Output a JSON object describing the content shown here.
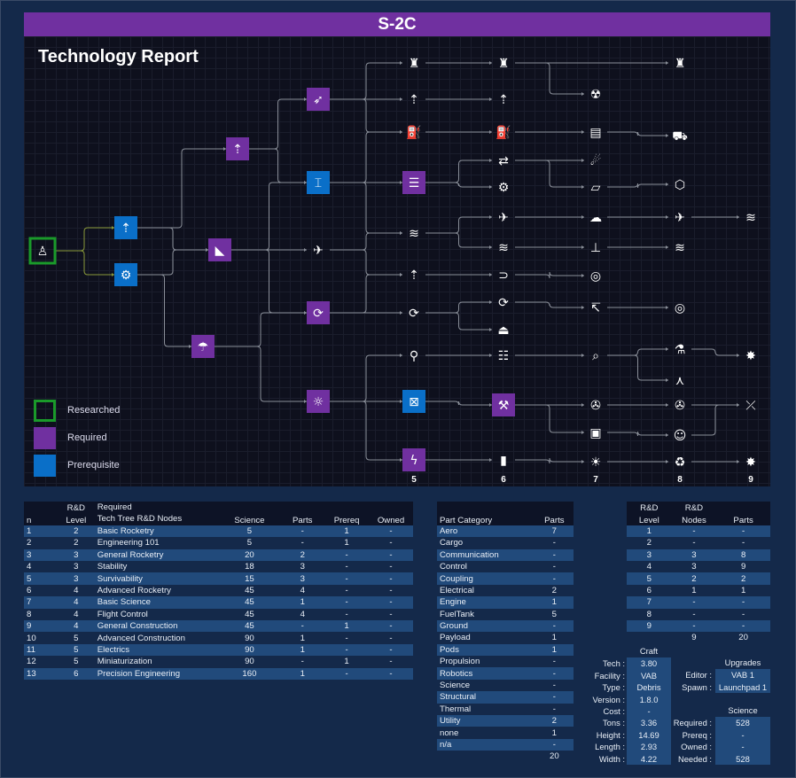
{
  "header": {
    "title": "S-2C"
  },
  "diagram": {
    "title": "Technology Report",
    "legend": [
      {
        "label": "Researched",
        "color": "#1a9a2a"
      },
      {
        "label": "Required",
        "color": "#7030a0"
      },
      {
        "label": "Prerequisite",
        "color": "#0a6fc8"
      }
    ],
    "column_labels": [
      "5",
      "6",
      "7",
      "8",
      "9"
    ],
    "colors": {
      "researched": "#1a9a2a",
      "required": "#7030a0",
      "prerequisite": "#0a6fc8",
      "edge": "#8a8f99"
    },
    "nodes": [
      {
        "id": "start",
        "level": 1,
        "row": 0,
        "status": "researched",
        "icon": "astronaut-icon"
      },
      {
        "id": "basic-rocketry",
        "level": 2,
        "row": 0,
        "status": "prerequisite",
        "icon": "rocket-icon"
      },
      {
        "id": "engineering-101",
        "level": 2,
        "row": 1,
        "status": "prerequisite",
        "icon": "gears-icon"
      },
      {
        "id": "general-rocketry",
        "level": 3,
        "row": 0,
        "status": "required",
        "icon": "rocket-icon"
      },
      {
        "id": "stability",
        "level": 3,
        "row": 1,
        "status": "required",
        "icon": "fins-icon"
      },
      {
        "id": "survivability",
        "level": 3,
        "row": 2,
        "status": "required",
        "icon": "parachute-icon"
      },
      {
        "id": "advanced-rocketry",
        "level": 4,
        "row": 0,
        "status": "required",
        "icon": "rocket-launch-icon"
      },
      {
        "id": "general-construction",
        "level": 4,
        "row": 1,
        "status": "prerequisite",
        "icon": "crane-icon"
      },
      {
        "id": "aviation",
        "level": 4,
        "row": 2,
        "status": "none",
        "icon": "airplane-icon"
      },
      {
        "id": "flight-control",
        "level": 4,
        "row": 3,
        "status": "required",
        "icon": "gyro-icon"
      },
      {
        "id": "basic-science",
        "level": 4,
        "row": 4,
        "status": "required",
        "icon": "lightbulb-icon"
      },
      {
        "id": "l5a",
        "level": 5,
        "row": 0,
        "status": "none",
        "icon": "launch-tower-icon"
      },
      {
        "id": "l5b",
        "level": 5,
        "row": 1,
        "status": "none",
        "icon": "rocket-icon"
      },
      {
        "id": "l5c",
        "level": 5,
        "row": 2,
        "status": "none",
        "icon": "fuel-icon"
      },
      {
        "id": "advanced-construction",
        "level": 5,
        "row": 3,
        "status": "required",
        "icon": "structure-icon"
      },
      {
        "id": "l5e",
        "level": 5,
        "row": 4,
        "status": "none",
        "icon": "aero-icon"
      },
      {
        "id": "l5f",
        "level": 5,
        "row": 5,
        "status": "none",
        "icon": "rocket-icon"
      },
      {
        "id": "l5g",
        "level": 5,
        "row": 6,
        "status": "none",
        "icon": "gyro-icon"
      },
      {
        "id": "l5h",
        "level": 5,
        "row": 7,
        "status": "none",
        "icon": "probe-icon"
      },
      {
        "id": "miniaturization",
        "level": 5,
        "row": 8,
        "status": "prerequisite",
        "icon": "mini-icon"
      },
      {
        "id": "electrics",
        "level": 5,
        "row": 9,
        "status": "required",
        "icon": "lightning-icon"
      },
      {
        "id": "l6a",
        "level": 6,
        "row": 0,
        "status": "none",
        "icon": "launch-tower-icon"
      },
      {
        "id": "l6b",
        "level": 6,
        "row": 1,
        "status": "none",
        "icon": "rocket-icon"
      },
      {
        "id": "l6c",
        "level": 6,
        "row": 2,
        "status": "none",
        "icon": "fuel-icon"
      },
      {
        "id": "l6d",
        "level": 6,
        "row": 3,
        "status": "none",
        "icon": "dock-icon"
      },
      {
        "id": "l6e",
        "level": 6,
        "row": 4,
        "status": "none",
        "icon": "gear-icon"
      },
      {
        "id": "l6f",
        "level": 6,
        "row": 5,
        "status": "none",
        "icon": "airplane-icon"
      },
      {
        "id": "l6g",
        "level": 6,
        "row": 6,
        "status": "none",
        "icon": "aero-icon"
      },
      {
        "id": "l6h",
        "level": 6,
        "row": 7,
        "status": "none",
        "icon": "intake-icon"
      },
      {
        "id": "l6i",
        "level": 6,
        "row": 8,
        "status": "none",
        "icon": "gyro-icon"
      },
      {
        "id": "l6j",
        "level": 6,
        "row": 9,
        "status": "none",
        "icon": "capsule-icon"
      },
      {
        "id": "l6k",
        "level": 6,
        "row": 10,
        "status": "none",
        "icon": "ladder-icon"
      },
      {
        "id": "precision-engineering",
        "level": 6,
        "row": 11,
        "status": "required",
        "icon": "precision-icon"
      },
      {
        "id": "l6m",
        "level": 6,
        "row": 12,
        "status": "none",
        "icon": "battery-icon"
      },
      {
        "id": "l7a",
        "level": 7,
        "row": 0,
        "status": "none",
        "icon": "radiation-icon"
      },
      {
        "id": "l7b",
        "level": 7,
        "row": 1,
        "status": "none",
        "icon": "tank-icon"
      },
      {
        "id": "l7c",
        "level": 7,
        "row": 2,
        "status": "none",
        "icon": "comet-icon"
      },
      {
        "id": "l7d",
        "level": 7,
        "row": 3,
        "status": "none",
        "icon": "panels-icon"
      },
      {
        "id": "l7e",
        "level": 7,
        "row": 4,
        "status": "none",
        "icon": "cloud-icon"
      },
      {
        "id": "l7f",
        "level": 7,
        "row": 5,
        "status": "none",
        "icon": "landing-icon"
      },
      {
        "id": "l7g",
        "level": 7,
        "row": 6,
        "status": "none",
        "icon": "engine-icon"
      },
      {
        "id": "l7h",
        "level": 7,
        "row": 7,
        "status": "none",
        "icon": "robot-arm-icon"
      },
      {
        "id": "l7i",
        "level": 7,
        "row": 8,
        "status": "none",
        "icon": "telescope-icon"
      },
      {
        "id": "l7j",
        "level": 7,
        "row": 9,
        "status": "none",
        "icon": "satellite-icon"
      },
      {
        "id": "l7k",
        "level": 7,
        "row": 10,
        "status": "none",
        "icon": "chip-icon"
      },
      {
        "id": "l7l",
        "level": 7,
        "row": 11,
        "status": "none",
        "icon": "solar-icon"
      },
      {
        "id": "l8a",
        "level": 8,
        "row": 0,
        "status": "none",
        "icon": "launch-tower-icon"
      },
      {
        "id": "l8b",
        "level": 8,
        "row": 1,
        "status": "none",
        "icon": "rover-icon"
      },
      {
        "id": "l8c",
        "level": 8,
        "row": 2,
        "status": "none",
        "icon": "network-icon"
      },
      {
        "id": "l8d",
        "level": 8,
        "row": 3,
        "status": "none",
        "icon": "jet-icon"
      },
      {
        "id": "l8e",
        "level": 8,
        "row": 4,
        "status": "none",
        "icon": "aero-icon"
      },
      {
        "id": "l8f",
        "level": 8,
        "row": 5,
        "status": "none",
        "icon": "engine-icon"
      },
      {
        "id": "l8g",
        "level": 8,
        "row": 6,
        "status": "none",
        "icon": "flask-icon"
      },
      {
        "id": "l8h",
        "level": 8,
        "row": 7,
        "status": "none",
        "icon": "node-icon"
      },
      {
        "id": "l8i",
        "level": 8,
        "row": 8,
        "status": "none",
        "icon": "satellite-icon"
      },
      {
        "id": "l8j",
        "level": 8,
        "row": 9,
        "status": "none",
        "icon": "robot-icon"
      },
      {
        "id": "l8k",
        "level": 8,
        "row": 10,
        "status": "none",
        "icon": "recycle-icon"
      },
      {
        "id": "l9a",
        "level": 9,
        "row": 0,
        "status": "none",
        "icon": "aero-icon"
      },
      {
        "id": "l9b",
        "level": 9,
        "row": 1,
        "status": "none",
        "icon": "burst-icon"
      },
      {
        "id": "l9c",
        "level": 9,
        "row": 2,
        "status": "none",
        "icon": "antenna-icon"
      },
      {
        "id": "l9d",
        "level": 9,
        "row": 3,
        "status": "none",
        "icon": "burst-icon"
      }
    ],
    "edges": [
      [
        "start",
        "basic-rocketry"
      ],
      [
        "start",
        "engineering-101"
      ],
      [
        "basic-rocketry",
        "general-rocketry"
      ],
      [
        "basic-rocketry",
        "stability"
      ],
      [
        "engineering-101",
        "stability"
      ],
      [
        "engineering-101",
        "survivability"
      ],
      [
        "general-rocketry",
        "advanced-rocketry"
      ],
      [
        "general-rocketry",
        "general-construction"
      ],
      [
        "stability",
        "general-construction"
      ],
      [
        "stability",
        "aviation"
      ],
      [
        "stability",
        "flight-control"
      ],
      [
        "survivability",
        "flight-control"
      ],
      [
        "survivability",
        "basic-science"
      ],
      [
        "advanced-rocketry",
        "l5a"
      ],
      [
        "advanced-rocketry",
        "l5b"
      ],
      [
        "advanced-rocketry",
        "l5c"
      ],
      [
        "general-construction",
        "l5c"
      ],
      [
        "general-construction",
        "advanced-construction"
      ],
      [
        "general-construction",
        "l5e"
      ],
      [
        "aviation",
        "l5e"
      ],
      [
        "aviation",
        "l5f"
      ],
      [
        "flight-control",
        "l5f"
      ],
      [
        "flight-control",
        "l5g"
      ],
      [
        "basic-science",
        "l5h"
      ],
      [
        "basic-science",
        "miniaturization"
      ],
      [
        "basic-science",
        "electrics"
      ],
      [
        "l5a",
        "l6a"
      ],
      [
        "l5b",
        "l6b"
      ],
      [
        "l5c",
        "l6c"
      ],
      [
        "advanced-construction",
        "l6d"
      ],
      [
        "advanced-construction",
        "l6e"
      ],
      [
        "l5e",
        "l6f"
      ],
      [
        "l5e",
        "l6g"
      ],
      [
        "l5f",
        "l6h"
      ],
      [
        "l5g",
        "l6i"
      ],
      [
        "l5g",
        "l6j"
      ],
      [
        "l5h",
        "l6k"
      ],
      [
        "miniaturization",
        "precision-engineering"
      ],
      [
        "electrics",
        "l6m"
      ],
      [
        "l6a",
        "l7a"
      ],
      [
        "l6c",
        "l7b"
      ],
      [
        "l6d",
        "l7c"
      ],
      [
        "l6d",
        "l7d"
      ],
      [
        "l6f",
        "l7e"
      ],
      [
        "l6g",
        "l7f"
      ],
      [
        "l6h",
        "l7g"
      ],
      [
        "l6i",
        "l7h"
      ],
      [
        "l6k",
        "l7i"
      ],
      [
        "precision-engineering",
        "l7j"
      ],
      [
        "precision-engineering",
        "l7k"
      ],
      [
        "l6m",
        "l7l"
      ],
      [
        "l6a",
        "l8a"
      ],
      [
        "l7b",
        "l8b"
      ],
      [
        "l7d",
        "l8c"
      ],
      [
        "l7e",
        "l8d"
      ],
      [
        "l7f",
        "l8e"
      ],
      [
        "l7h",
        "l8f"
      ],
      [
        "l7i",
        "l8g"
      ],
      [
        "l7i",
        "l8h"
      ],
      [
        "l7j",
        "l8i"
      ],
      [
        "l7k",
        "l8j"
      ],
      [
        "l7l",
        "l8k"
      ],
      [
        "l8d",
        "l9a"
      ],
      [
        "l8g",
        "l9b"
      ],
      [
        "l8i",
        "l9c"
      ],
      [
        "l8j",
        "l9c"
      ],
      [
        "l8k",
        "l9d"
      ]
    ]
  },
  "nodes_table": {
    "headers": [
      "n",
      "R&D Level",
      "Required Tech Tree R&D Nodes",
      "Science",
      "Parts",
      "Prereq",
      "Owned"
    ],
    "header_top": [
      "",
      "R&D",
      "Required",
      "",
      "",
      "",
      ""
    ],
    "header_bottom": [
      "n",
      "Level",
      "Tech Tree R&D Nodes",
      "Science",
      "Parts",
      "Prereq",
      "Owned"
    ],
    "rows": [
      [
        "1",
        "2",
        "Basic Rocketry",
        "5",
        "-",
        "1",
        "-"
      ],
      [
        "2",
        "2",
        "Engineering 101",
        "5",
        "-",
        "1",
        "-"
      ],
      [
        "3",
        "3",
        "General Rocketry",
        "20",
        "2",
        "-",
        "-"
      ],
      [
        "4",
        "3",
        "Stability",
        "18",
        "3",
        "-",
        "-"
      ],
      [
        "5",
        "3",
        "Survivability",
        "15",
        "3",
        "-",
        "-"
      ],
      [
        "6",
        "4",
        "Advanced Rocketry",
        "45",
        "4",
        "-",
        "-"
      ],
      [
        "7",
        "4",
        "Basic Science",
        "45",
        "1",
        "-",
        "-"
      ],
      [
        "8",
        "4",
        "Flight Control",
        "45",
        "4",
        "-",
        "-"
      ],
      [
        "9",
        "4",
        "General Construction",
        "45",
        "-",
        "1",
        "-"
      ],
      [
        "10",
        "5",
        "Advanced Construction",
        "90",
        "1",
        "-",
        "-"
      ],
      [
        "11",
        "5",
        "Electrics",
        "90",
        "1",
        "-",
        "-"
      ],
      [
        "12",
        "5",
        "Miniaturization",
        "90",
        "-",
        "1",
        "-"
      ],
      [
        "13",
        "6",
        "Precision Engineering",
        "160",
        "1",
        "-",
        "-"
      ]
    ]
  },
  "category_table": {
    "headers": [
      "Part Category",
      "Parts"
    ],
    "rows": [
      [
        "Aero",
        "7"
      ],
      [
        "Cargo",
        "-"
      ],
      [
        "Communication",
        "-"
      ],
      [
        "Control",
        "-"
      ],
      [
        "Coupling",
        "-"
      ],
      [
        "Electrical",
        "2"
      ],
      [
        "Engine",
        "1"
      ],
      [
        "FuelTank",
        "5"
      ],
      [
        "Ground",
        "-"
      ],
      [
        "Payload",
        "1"
      ],
      [
        "Pods",
        "1"
      ],
      [
        "Propulsion",
        "-"
      ],
      [
        "Robotics",
        "-"
      ],
      [
        "Science",
        "-"
      ],
      [
        "Structural",
        "-"
      ],
      [
        "Thermal",
        "-"
      ],
      [
        "Utility",
        "2"
      ],
      [
        "none",
        "1"
      ],
      [
        "n/a",
        "-"
      ]
    ],
    "total": "20"
  },
  "level_table": {
    "header_top": [
      "R&D",
      "R&D",
      ""
    ],
    "header_bottom": [
      "Level",
      "Nodes",
      "Parts"
    ],
    "rows": [
      [
        "1",
        "-",
        "-"
      ],
      [
        "2",
        "-",
        "-"
      ],
      [
        "3",
        "3",
        "8"
      ],
      [
        "4",
        "3",
        "9"
      ],
      [
        "5",
        "2",
        "2"
      ],
      [
        "6",
        "1",
        "1"
      ],
      [
        "7",
        "-",
        "-"
      ],
      [
        "8",
        "-",
        "-"
      ],
      [
        "9",
        "-",
        "-"
      ]
    ],
    "totals": [
      "9",
      "20"
    ]
  },
  "craft": {
    "title": "Craft",
    "fields": [
      [
        "Tech :",
        "3.80"
      ],
      [
        "Facility :",
        "VAB"
      ],
      [
        "Type :",
        "Debris"
      ],
      [
        "Version :",
        "1.8.0"
      ],
      [
        "Cost :",
        "-"
      ],
      [
        "Tons :",
        "3.36"
      ],
      [
        "Height :",
        "14.69"
      ],
      [
        "Length :",
        "2.93"
      ],
      [
        "Width :",
        "4.22"
      ]
    ]
  },
  "upgrades": {
    "title": "Upgrades",
    "fields": [
      [
        "Editor :",
        "VAB 1"
      ],
      [
        "Spawn :",
        "Launchpad 1"
      ]
    ]
  },
  "science": {
    "title": "Science",
    "fields": [
      [
        "Required :",
        "528"
      ],
      [
        "Prereq :",
        "-"
      ],
      [
        "Owned :",
        "-"
      ],
      [
        "Needed :",
        "528"
      ]
    ]
  }
}
